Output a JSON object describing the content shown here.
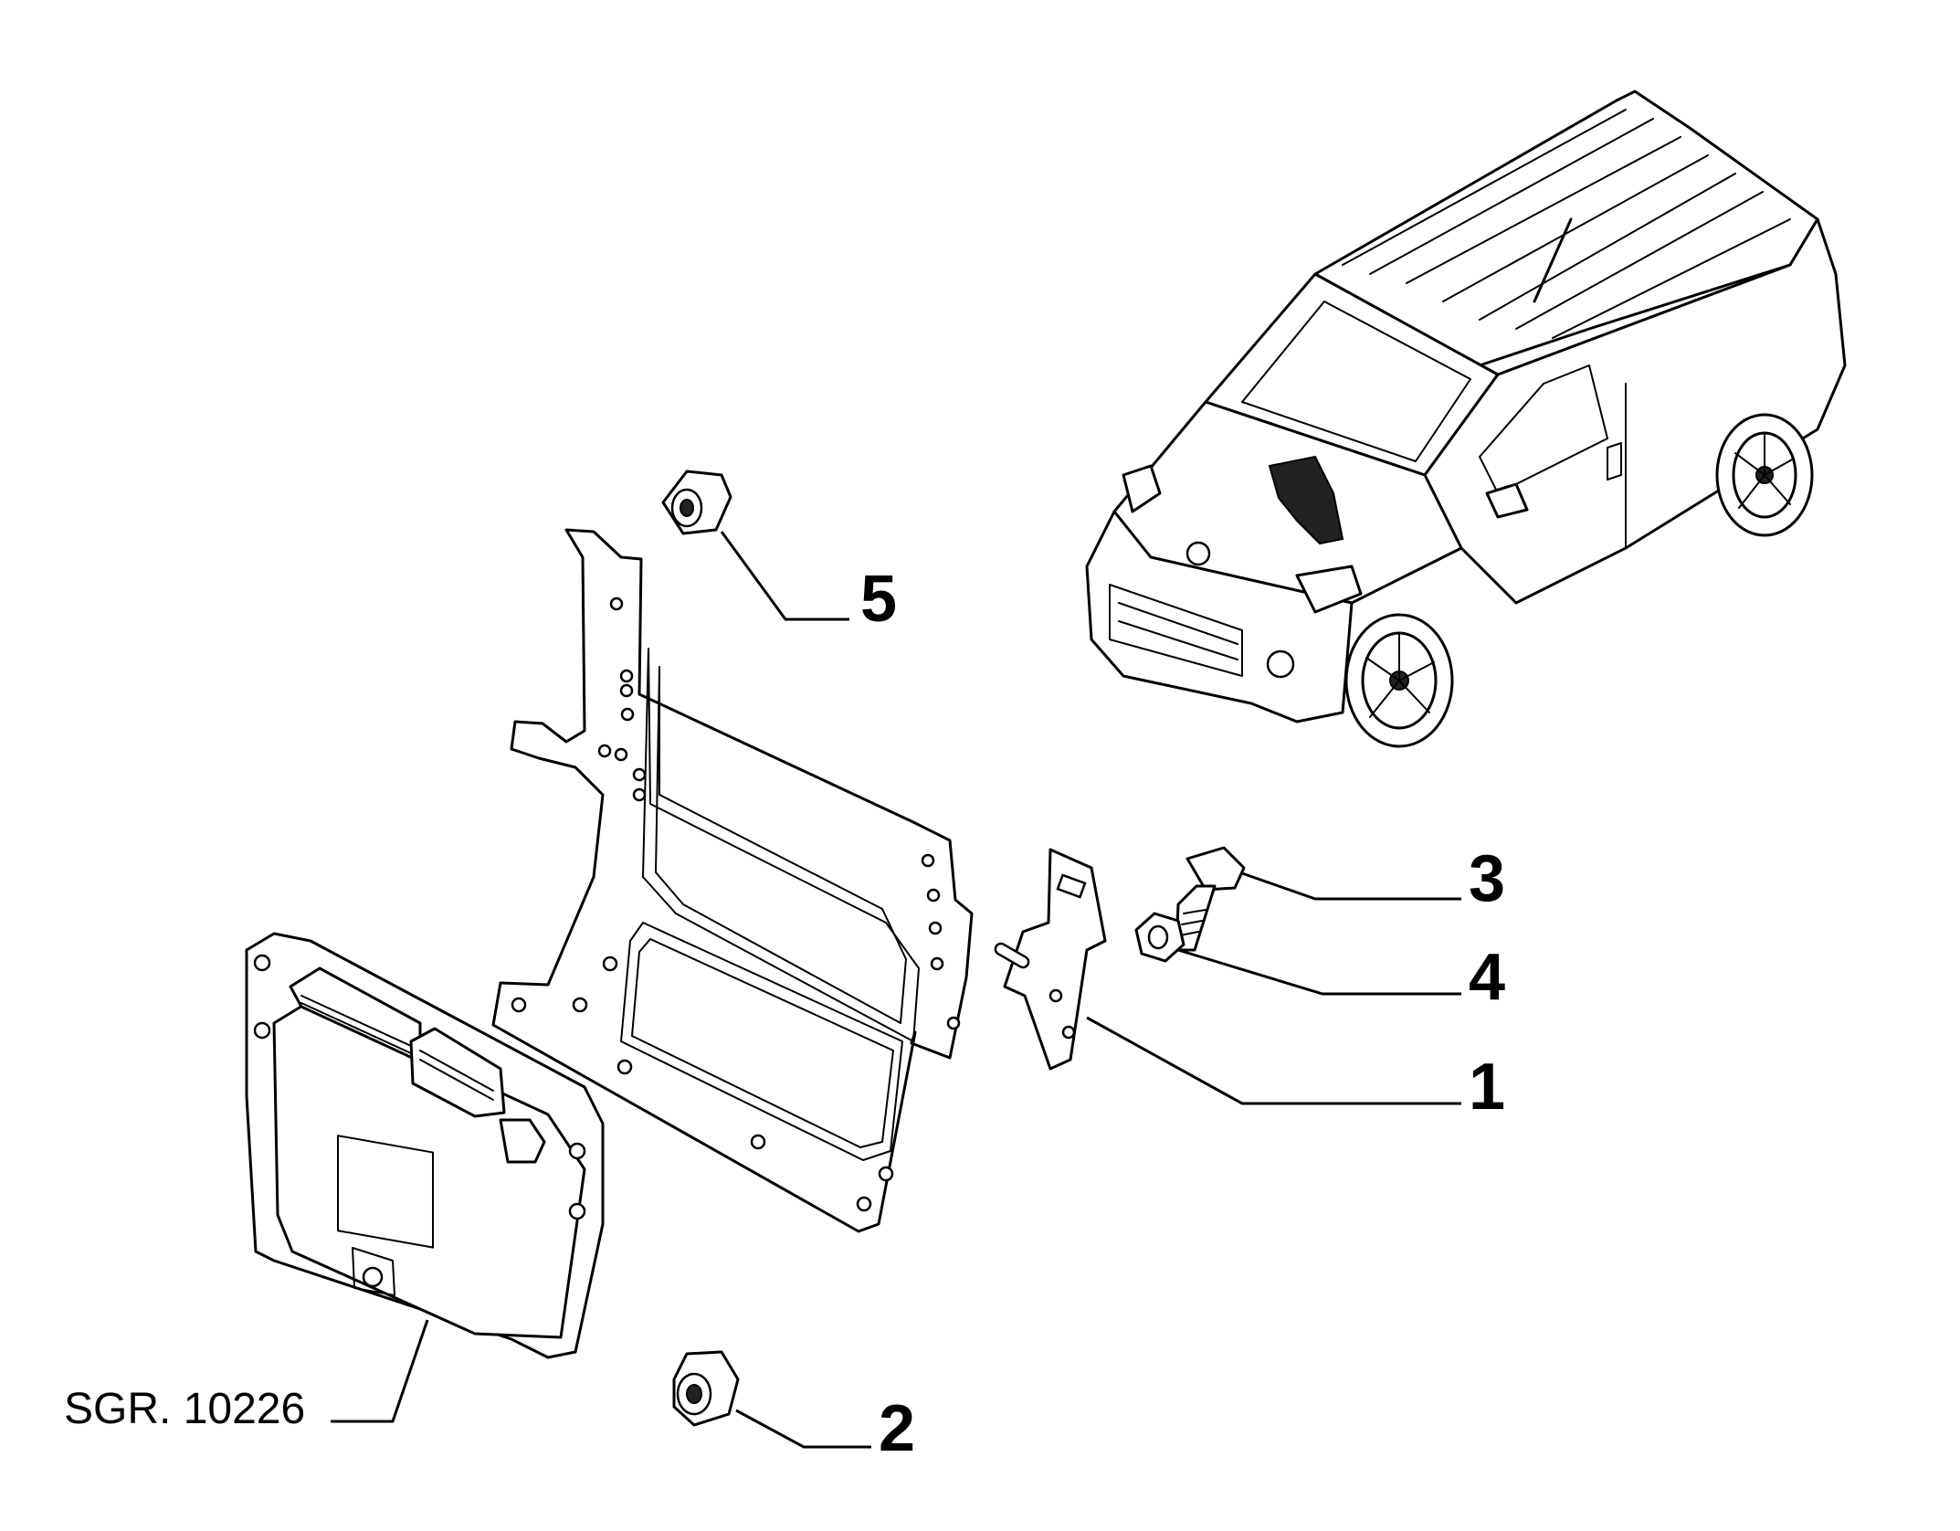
{
  "callouts": {
    "c1": "1",
    "c2": "2",
    "c3": "3",
    "c4": "4",
    "c5": "5"
  },
  "reference": "SGR. 10226",
  "colors": {
    "line": "#000000",
    "background": "#ffffff"
  }
}
